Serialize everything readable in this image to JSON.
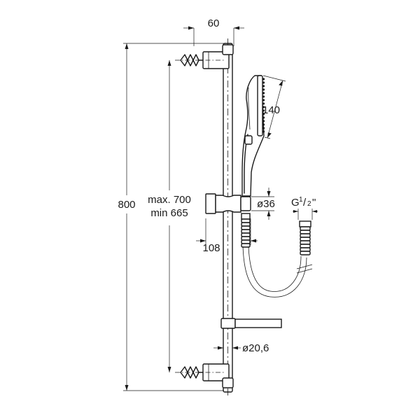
{
  "dimensions": {
    "bracket_offset": "60",
    "handshower_length": "140",
    "total_height": "800",
    "adjust_max": "max. 700",
    "adjust_min": "min 665",
    "holder_diameter": "ø36",
    "holder_projection": "108",
    "bar_diameter": "ø20,6",
    "hose_thread_prefix": "G",
    "hose_thread_num": "1",
    "hose_thread_den": "2",
    "hose_thread_suffix": "\""
  }
}
